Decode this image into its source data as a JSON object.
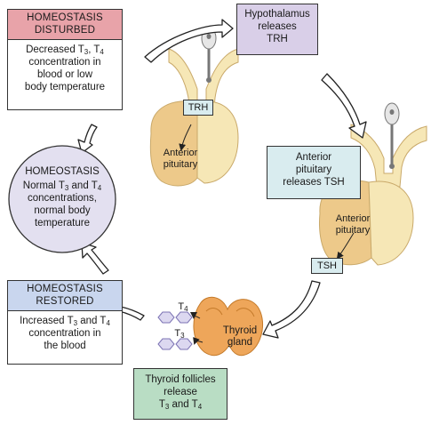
{
  "disturbed": {
    "title": [
      "HOMEOSTASIS",
      "DISTURBED"
    ],
    "text": [
      "Decreased T",
      "3",
      ", T",
      "4",
      "concentration in",
      "blood or low",
      "body temperature"
    ]
  },
  "homeostasis": {
    "title": "HOMEOSTASIS",
    "text": [
      "Normal T",
      "3",
      " and T",
      "4",
      "concentrations,",
      "normal body",
      "temperature"
    ]
  },
  "restored": {
    "title": [
      "HOMEOSTASIS",
      "RESTORED"
    ],
    "text": [
      "Increased T",
      "3",
      " and T",
      "4",
      "concentration in",
      "the blood"
    ]
  },
  "hypothalamus": {
    "text": [
      "Hypothalamus",
      "releases",
      "TRH"
    ]
  },
  "trh_tag": "TRH",
  "anterior_pituitary_1": [
    "Anterior",
    "pituitary"
  ],
  "pituitary_releases": {
    "text": [
      "Anterior",
      "pituitary",
      "releases TSH"
    ]
  },
  "anterior_pituitary_2": [
    "Anterior",
    "pituitary"
  ],
  "tsh_tag": "TSH",
  "thyroid_gland": [
    "Thyroid",
    "gland"
  ],
  "t4_label": [
    "T",
    "4"
  ],
  "t3_label": [
    "T",
    "3"
  ],
  "follicles": {
    "text": [
      "Thyroid follicles",
      "release",
      "T",
      "3",
      " and T",
      "4"
    ]
  },
  "colors": {
    "disturbed_header": "#e8a3a9",
    "homeostasis_fill": "#e3e0f0",
    "restored_header": "#c9d6ee",
    "hypothalamus_fill": "#d9cfe8",
    "pituitary_box_fill": "#d9ecef",
    "follicles_fill": "#b9ddc4",
    "brain_fill": "#f6e7b6",
    "pituitary_fill": "#edc98a",
    "thyroid_fill": "#eea65a"
  }
}
